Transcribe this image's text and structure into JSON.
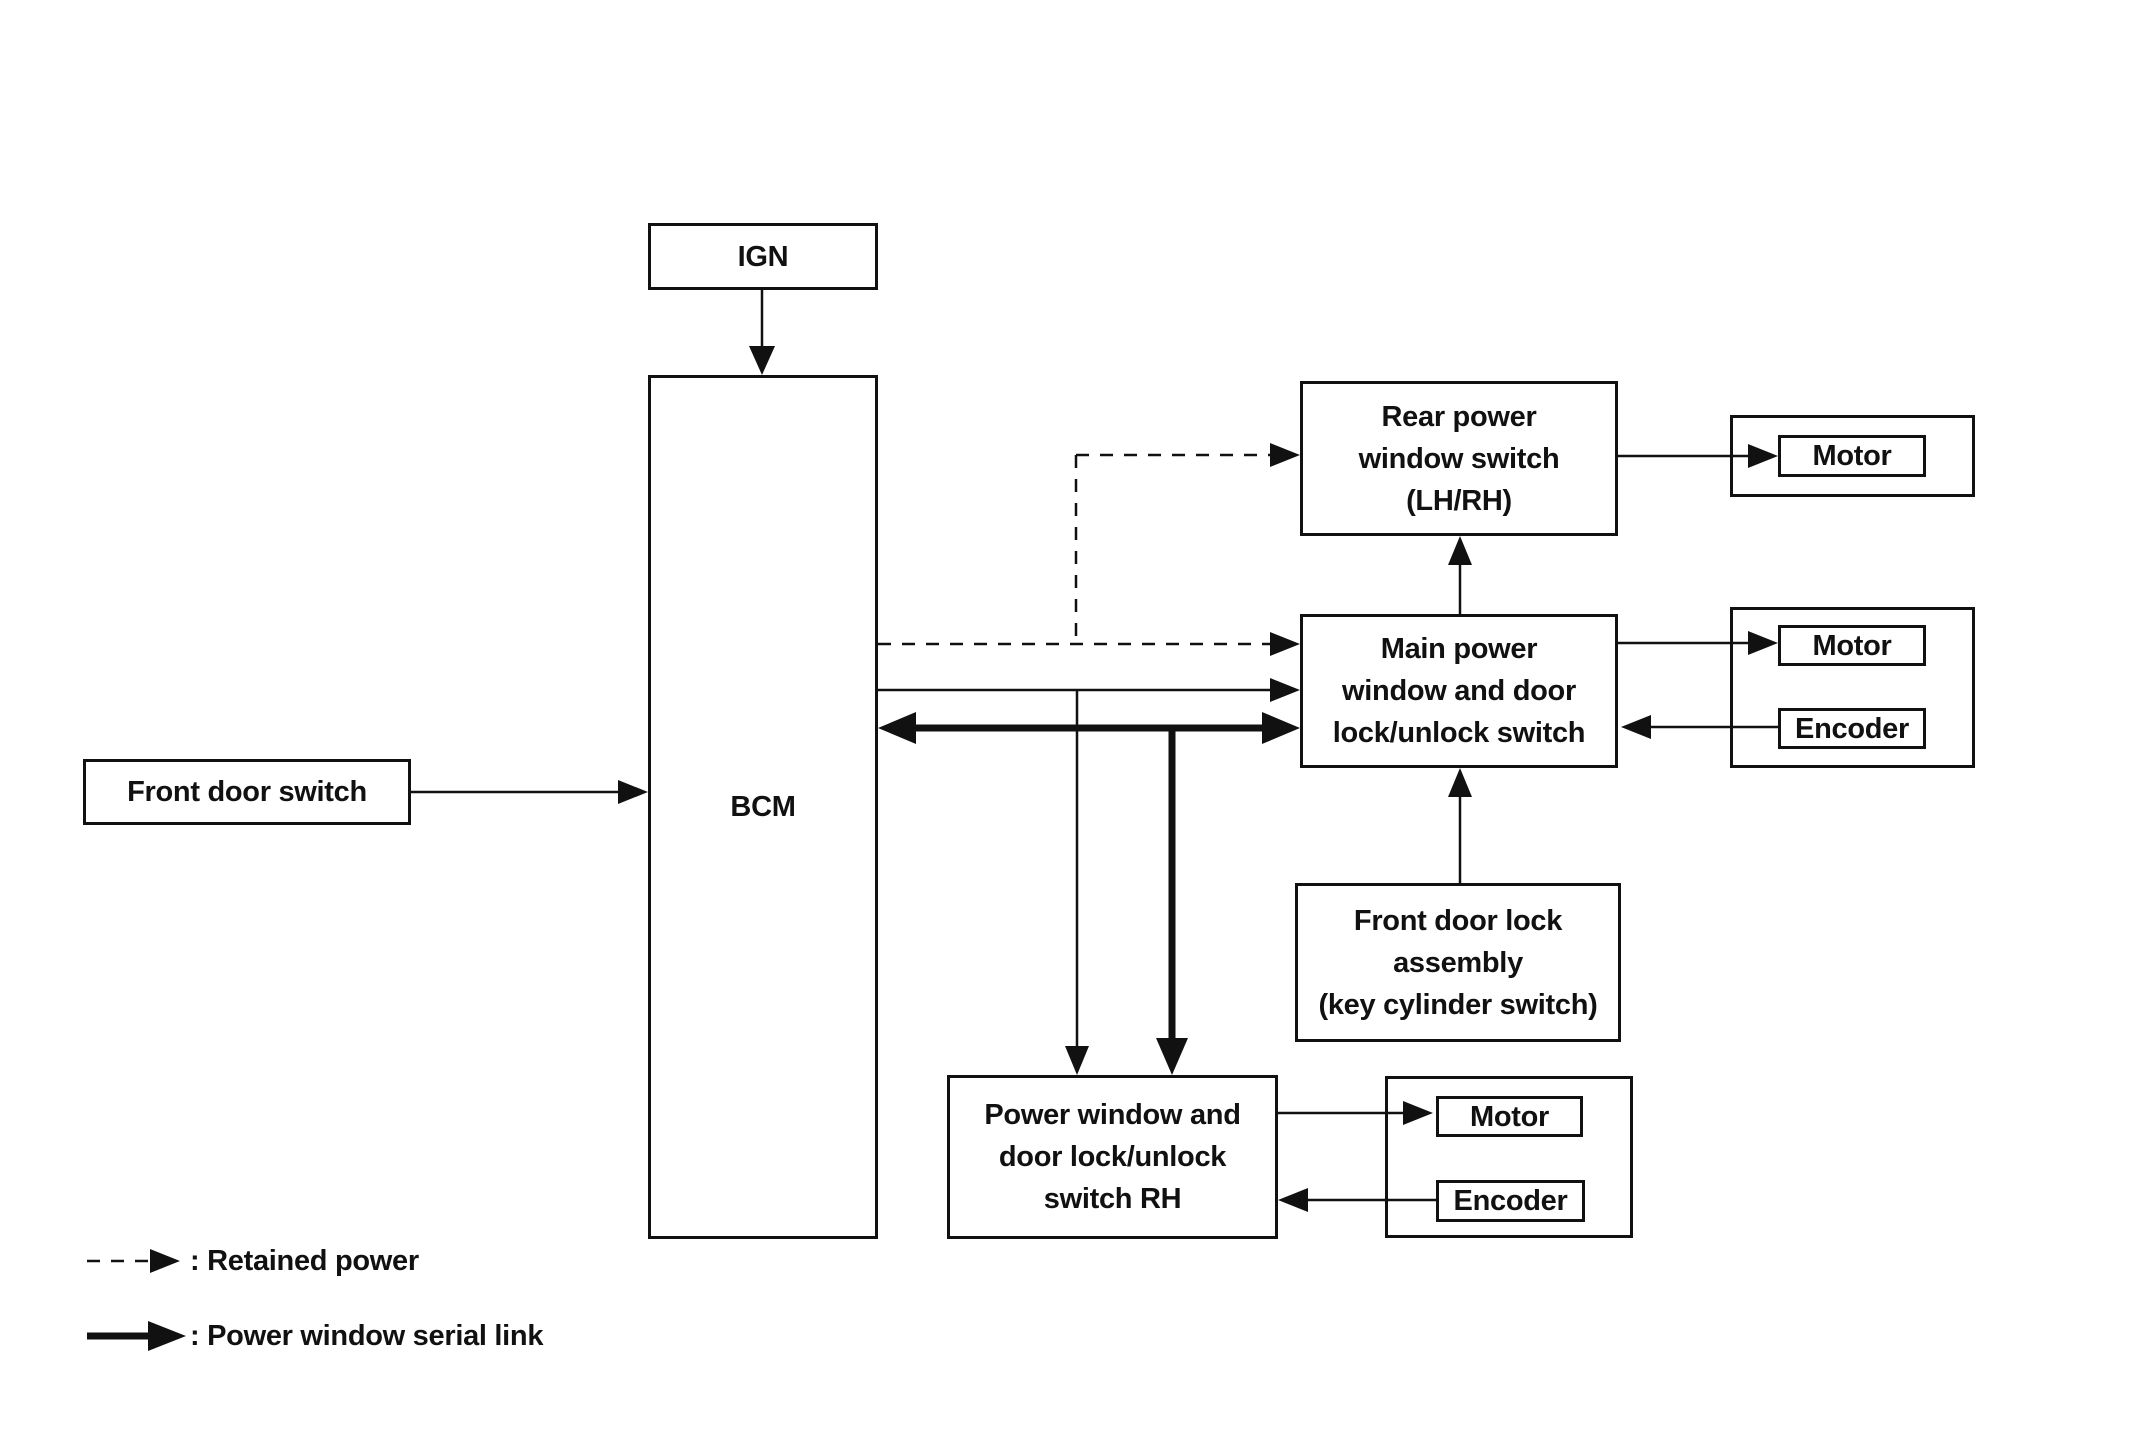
{
  "colors": {
    "background": "#ffffff",
    "line": "#111111",
    "text": "#111111"
  },
  "nodes": {
    "ign": {
      "label": "IGN"
    },
    "bcm": {
      "label": "BCM"
    },
    "front_door_switch": {
      "label": "Front door switch"
    },
    "rear_switch": {
      "lines": [
        "Rear power",
        "window switch",
        "(LH/RH)"
      ]
    },
    "main_switch": {
      "lines": [
        "Main power",
        "window and door",
        "lock/unlock switch"
      ]
    },
    "front_door_lock": {
      "lines": [
        "Front door lock",
        "assembly",
        "(key cylinder switch)"
      ]
    },
    "rh_switch": {
      "lines": [
        "Power window and",
        "door lock/unlock",
        "switch RH"
      ]
    },
    "motor_rear": {
      "label": "Motor"
    },
    "motor_main": {
      "label": "Motor"
    },
    "encoder_main": {
      "label": "Encoder"
    },
    "motor_rh": {
      "label": "Motor"
    },
    "encoder_rh": {
      "label": "Encoder"
    }
  },
  "legend": {
    "retained_power": {
      "label": ": Retained power",
      "style": "dashed-arrow"
    },
    "serial_link": {
      "label": ": Power window serial link",
      "style": "thick-solid-arrow"
    }
  },
  "edges": [
    {
      "from": "IGN",
      "to": "BCM",
      "style": "solid"
    },
    {
      "from": "Front door switch",
      "to": "BCM",
      "style": "solid"
    },
    {
      "from": "BCM",
      "to": "Rear power window switch (LH/RH)",
      "style": "dashed retained power"
    },
    {
      "from": "BCM",
      "to": "Main power window and door lock/unlock switch",
      "style": "dashed retained power"
    },
    {
      "from": "BCM",
      "to": "Main power window and door lock/unlock switch",
      "style": "solid"
    },
    {
      "from": "BCM",
      "to": "Main power window and door lock/unlock switch",
      "style": "thick serial link, double arrow"
    },
    {
      "from": "BCM",
      "to": "Power window and door lock/unlock switch RH",
      "style": "solid"
    },
    {
      "from": "BCM",
      "to": "Power window and door lock/unlock switch RH",
      "style": "thick serial link"
    },
    {
      "from": "Rear power window switch (LH/RH)",
      "to": "Motor",
      "style": "solid"
    },
    {
      "from": "Main power window and door lock/unlock switch",
      "to": "Rear power window switch (LH/RH)",
      "style": "solid"
    },
    {
      "from": "Main power window and door lock/unlock switch",
      "to": "Motor",
      "style": "solid"
    },
    {
      "from": "Encoder",
      "to": "Main power window and door lock/unlock switch",
      "style": "solid"
    },
    {
      "from": "Front door lock assembly (key cylinder switch)",
      "to": "Main power window and door lock/unlock switch",
      "style": "solid"
    },
    {
      "from": "Power window and door lock/unlock switch RH",
      "to": "Motor",
      "style": "solid"
    },
    {
      "from": "Encoder",
      "to": "Power window and door lock/unlock switch RH",
      "style": "solid"
    }
  ]
}
